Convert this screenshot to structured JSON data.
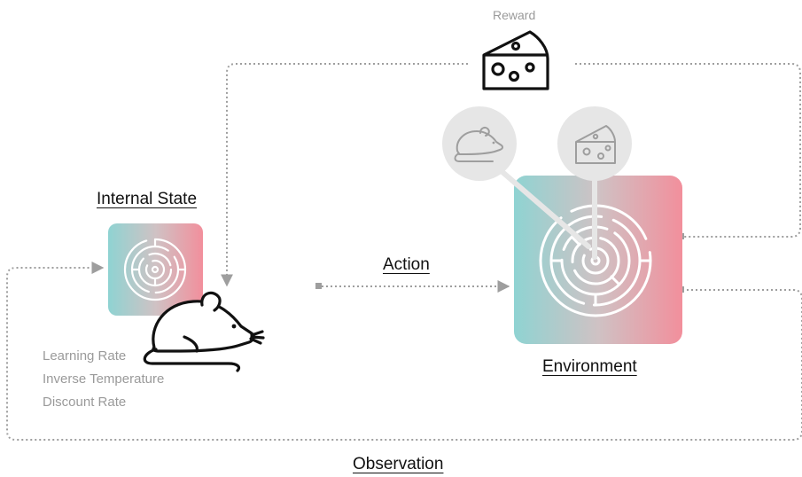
{
  "labels": {
    "reward": "Reward",
    "internal_state": "Internal State",
    "action": "Action",
    "environment": "Environment",
    "observation": "Observation"
  },
  "parameters": [
    "Learning Rate",
    "Inverse Temperature",
    "Discount Rate"
  ],
  "icons": {
    "reward": "cheese-icon",
    "agent": "mouse-icon",
    "internal_state": "maze-icon",
    "environment": "maze-icon",
    "env_agent_marker": "mouse-icon",
    "env_reward_marker": "cheese-icon"
  },
  "colors": {
    "gradient_start": "#8fd3d2",
    "gradient_mid": "#cfc2c4",
    "gradient_end": "#f28f9c",
    "arrow": "#9e9e9e",
    "bubble": "#e6e6e6",
    "heading_text": "#111111",
    "muted_text": "#9a9a9a"
  }
}
